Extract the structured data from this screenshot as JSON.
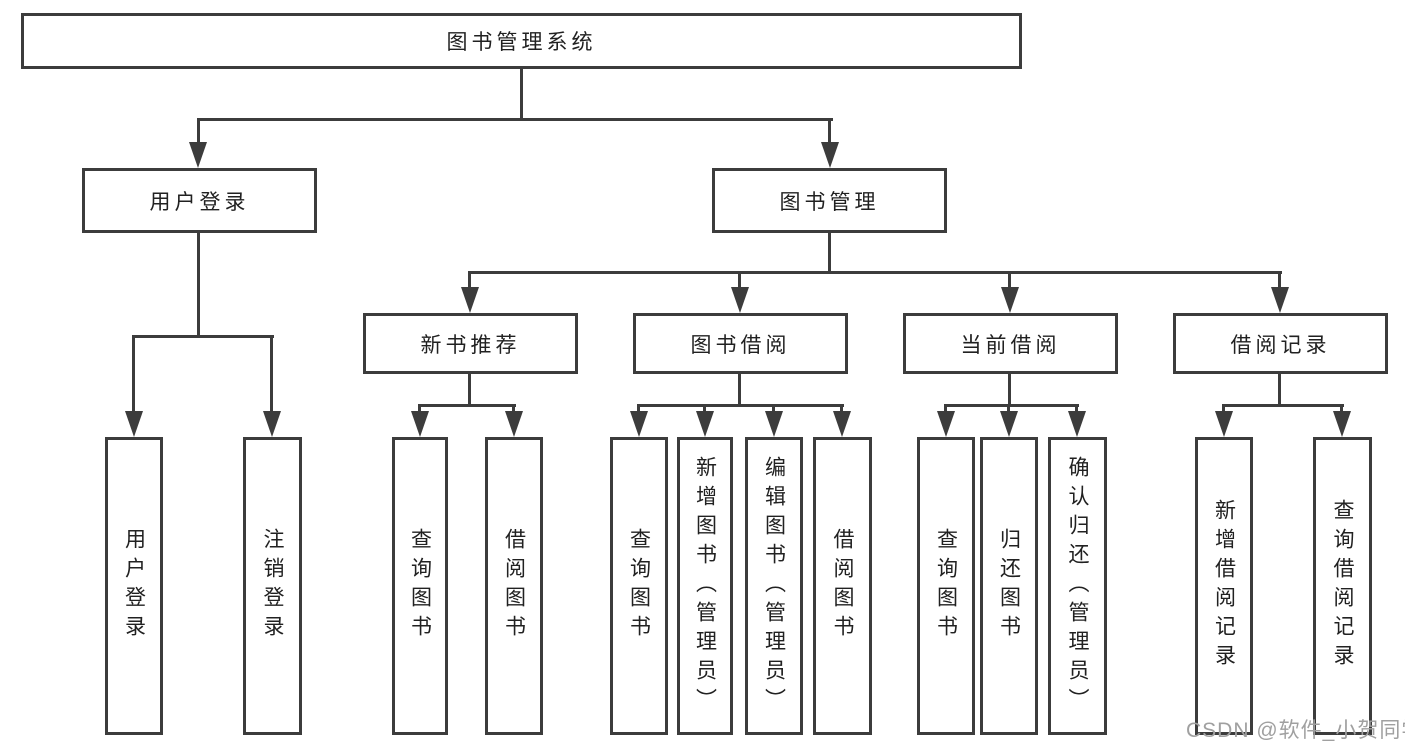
{
  "tree": {
    "label": "图书管理系统",
    "children": [
      {
        "label": "用户登录",
        "children": [
          {
            "label": "用户登录"
          },
          {
            "label": "注销登录"
          }
        ]
      },
      {
        "label": "图书管理",
        "children": [
          {
            "label": "新书推荐",
            "children": [
              {
                "label": "查询图书"
              },
              {
                "label": "借阅图书"
              }
            ]
          },
          {
            "label": "图书借阅",
            "children": [
              {
                "label": "查询图书"
              },
              {
                "label": "新增图书（管理员）"
              },
              {
                "label": "编辑图书（管理员）"
              },
              {
                "label": "借阅图书"
              }
            ]
          },
          {
            "label": "当前借阅",
            "children": [
              {
                "label": "查询图书"
              },
              {
                "label": "归还图书"
              },
              {
                "label": "确认归还（管理员）"
              }
            ]
          },
          {
            "label": "借阅记录",
            "children": [
              {
                "label": "新增借阅记录"
              },
              {
                "label": "查询借阅记录"
              }
            ]
          }
        ]
      }
    ]
  },
  "watermark": {
    "text": "CSDN @软件_小贺同学"
  },
  "colors": {
    "line": "#3c3c3c",
    "text": "#212121",
    "watermark": "#a0a0a0",
    "bg": "#ffffff"
  }
}
